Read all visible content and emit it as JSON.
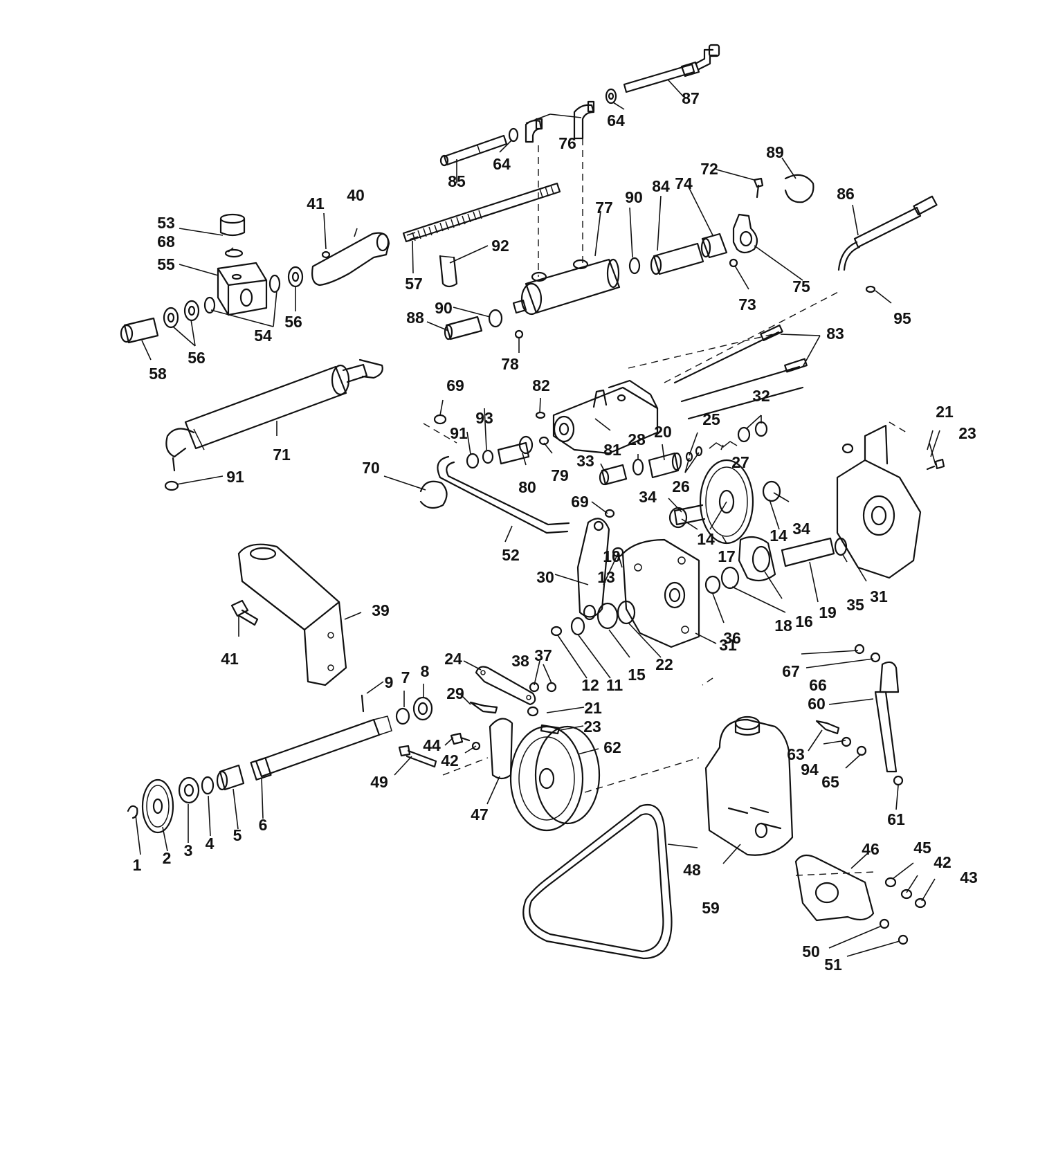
{
  "callouts": [
    {
      "n": "1"
    },
    {
      "n": "2"
    },
    {
      "n": "3"
    },
    {
      "n": "4"
    },
    {
      "n": "5"
    },
    {
      "n": "6"
    },
    {
      "n": "7"
    },
    {
      "n": "8"
    },
    {
      "n": "9"
    },
    {
      "n": "10"
    },
    {
      "n": "11"
    },
    {
      "n": "12"
    },
    {
      "n": "13"
    },
    {
      "n": "14"
    },
    {
      "n": "14"
    },
    {
      "n": "14"
    },
    {
      "n": "15"
    },
    {
      "n": "16"
    },
    {
      "n": "17"
    },
    {
      "n": "18"
    },
    {
      "n": "19"
    },
    {
      "n": "20"
    },
    {
      "n": "21"
    },
    {
      "n": "21"
    },
    {
      "n": "22"
    },
    {
      "n": "23"
    },
    {
      "n": "23"
    },
    {
      "n": "24"
    },
    {
      "n": "25"
    },
    {
      "n": "26"
    },
    {
      "n": "27"
    },
    {
      "n": "28"
    },
    {
      "n": "29"
    },
    {
      "n": "30"
    },
    {
      "n": "31"
    },
    {
      "n": "31"
    },
    {
      "n": "32"
    },
    {
      "n": "33"
    },
    {
      "n": "34"
    },
    {
      "n": "34"
    },
    {
      "n": "35"
    },
    {
      "n": "36"
    },
    {
      "n": "37"
    },
    {
      "n": "38"
    },
    {
      "n": "39"
    },
    {
      "n": "40"
    },
    {
      "n": "41"
    },
    {
      "n": "41"
    },
    {
      "n": "42"
    },
    {
      "n": "42"
    },
    {
      "n": "43"
    },
    {
      "n": "44"
    },
    {
      "n": "45"
    },
    {
      "n": "46"
    },
    {
      "n": "47"
    },
    {
      "n": "48"
    },
    {
      "n": "49"
    },
    {
      "n": "50"
    },
    {
      "n": "51"
    },
    {
      "n": "52"
    },
    {
      "n": "53"
    },
    {
      "n": "54"
    },
    {
      "n": "55"
    },
    {
      "n": "56"
    },
    {
      "n": "56"
    },
    {
      "n": "57"
    },
    {
      "n": "58"
    },
    {
      "n": "59"
    },
    {
      "n": "60"
    },
    {
      "n": "61"
    },
    {
      "n": "62"
    },
    {
      "n": "63"
    },
    {
      "n": "64"
    },
    {
      "n": "64"
    },
    {
      "n": "65"
    },
    {
      "n": "66"
    },
    {
      "n": "67"
    },
    {
      "n": "68"
    },
    {
      "n": "69"
    },
    {
      "n": "69"
    },
    {
      "n": "70"
    },
    {
      "n": "71"
    },
    {
      "n": "72"
    },
    {
      "n": "73"
    },
    {
      "n": "74"
    },
    {
      "n": "75"
    },
    {
      "n": "76"
    },
    {
      "n": "77"
    },
    {
      "n": "78"
    },
    {
      "n": "79"
    },
    {
      "n": "80"
    },
    {
      "n": "81"
    },
    {
      "n": "82"
    },
    {
      "n": "83"
    },
    {
      "n": "84"
    },
    {
      "n": "85"
    },
    {
      "n": "86"
    },
    {
      "n": "87"
    },
    {
      "n": "88"
    },
    {
      "n": "89"
    },
    {
      "n": "90"
    },
    {
      "n": "90"
    },
    {
      "n": "91"
    },
    {
      "n": "91"
    },
    {
      "n": "92"
    },
    {
      "n": "93"
    },
    {
      "n": "94"
    },
    {
      "n": "95"
    }
  ]
}
